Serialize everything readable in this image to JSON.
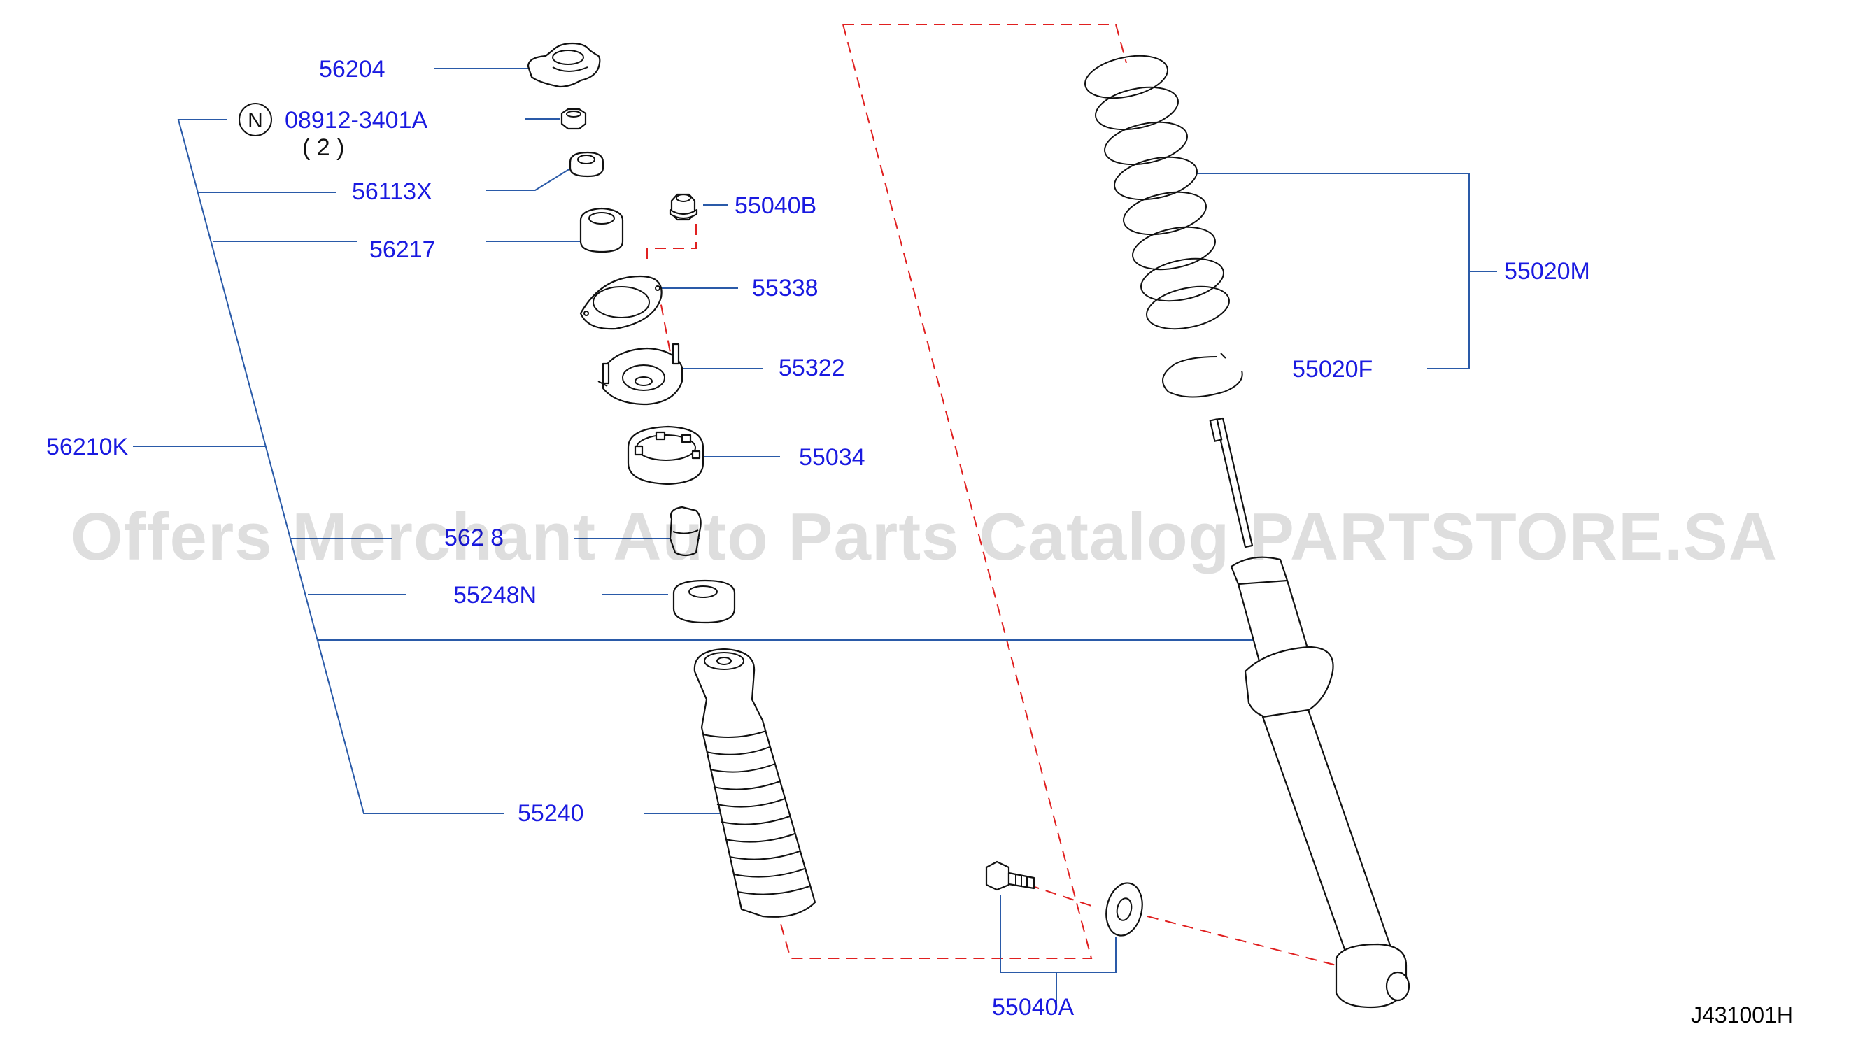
{
  "diagram": {
    "labels": {
      "p56204": "56204",
      "n_symbol": "N",
      "p08912": "08912-3401A",
      "qty": "( 2 )",
      "p56113X": "56113X",
      "p56217": "56217",
      "p55040B": "55040B",
      "p55338": "55338",
      "p55322": "55322",
      "p55034": "55034",
      "p56218": "562 8",
      "p55248N": "55248N",
      "p56210K": "56210K",
      "p55240": "55240",
      "p55020M": "55020M",
      "p55020F": "55020F",
      "p55040A": "55040A"
    },
    "drawing_id": "J431001H",
    "watermark": "Offers Merchant Auto Parts Catalog PARTSTORE.SA",
    "colors": {
      "label": "#1a1ae0",
      "leader": "#2a5aa8",
      "dashed_guide": "#e02020",
      "part_outline": "#111111"
    }
  }
}
